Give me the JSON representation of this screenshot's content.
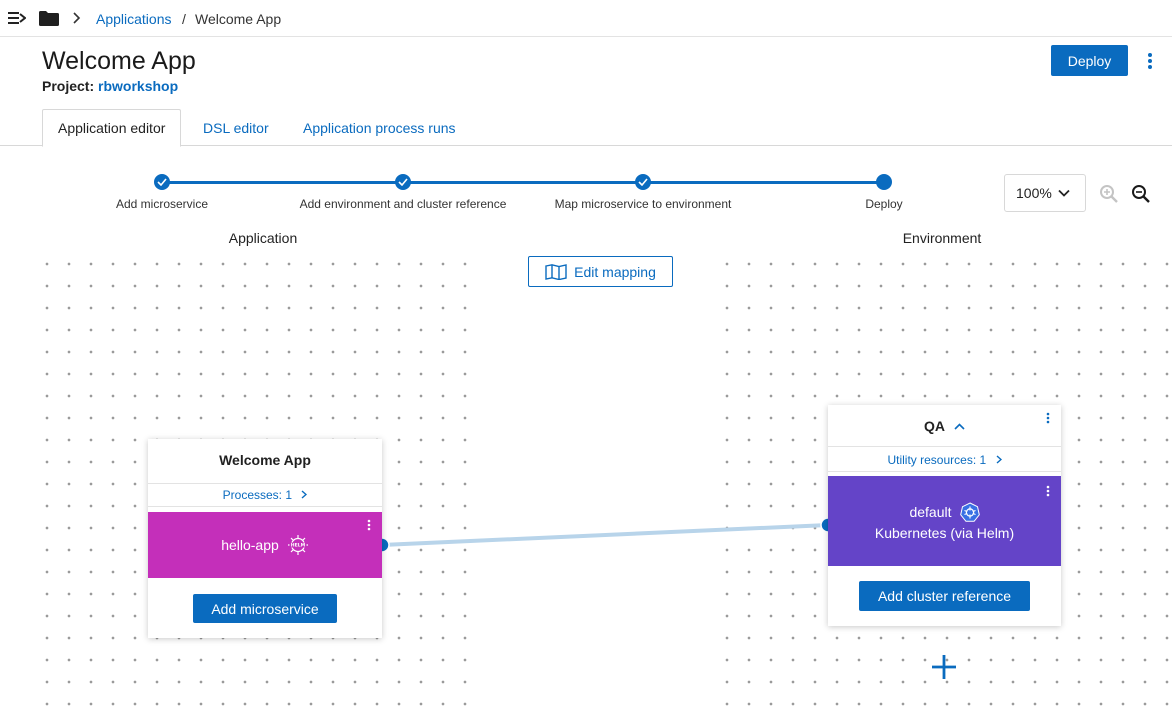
{
  "breadcrumb": {
    "parent": "Applications",
    "separator": "/",
    "current": "Welcome App"
  },
  "header": {
    "title": "Welcome App",
    "project_label": "Project:",
    "project_name": "rbworkshop",
    "deploy_label": "Deploy"
  },
  "tabs": [
    {
      "label": "Application editor",
      "active": true
    },
    {
      "label": "DSL editor",
      "active": false
    },
    {
      "label": "Application process runs",
      "active": false
    }
  ],
  "stepper": {
    "steps": [
      {
        "label": "Add microservice",
        "status": "complete"
      },
      {
        "label": "Add environment and cluster reference",
        "status": "complete"
      },
      {
        "label": "Map microservice to environment",
        "status": "complete"
      },
      {
        "label": "Deploy",
        "status": "current"
      }
    ]
  },
  "zoom": {
    "value": "100%"
  },
  "columns": {
    "left": "Application",
    "right": "Environment"
  },
  "edit_mapping_label": "Edit mapping",
  "application_card": {
    "title": "Welcome App",
    "processes_label": "Processes: 1",
    "microservice": {
      "name": "hello-app",
      "badge_text": "HELM"
    },
    "add_button": "Add microservice"
  },
  "environment_card": {
    "title": "QA",
    "utility_label": "Utility resources: 1",
    "cluster": {
      "name": "default",
      "type": "Kubernetes (via Helm)"
    },
    "add_button": "Add cluster reference"
  },
  "colors": {
    "accent": "#0a6bbf",
    "microservice_bg": "#c42fba",
    "cluster_bg": "#6444c8",
    "connector": "#b8d4ea"
  },
  "icons": {
    "nav": "nav-toggle-icon",
    "folder": "folder-icon",
    "map": "map-icon",
    "helm": "helm-icon",
    "kubernetes": "kubernetes-icon",
    "add": "plus-icon"
  }
}
